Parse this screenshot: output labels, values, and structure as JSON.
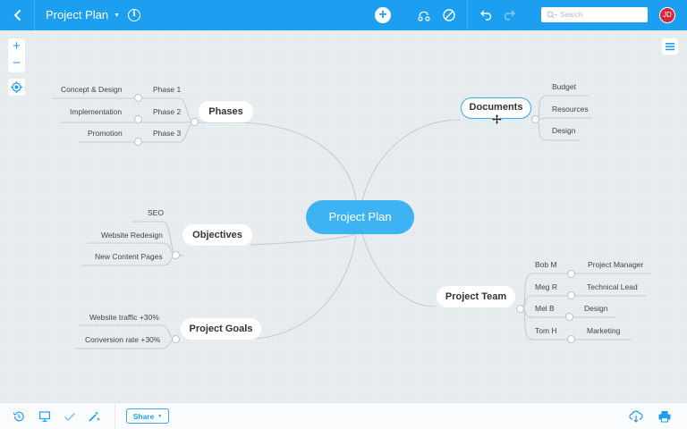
{
  "header": {
    "title": "Project Plan",
    "search_placeholder": "Search",
    "avatar_initials": "JD",
    "info_glyph": "i",
    "add_glyph": "+",
    "caret_glyph": "▼",
    "icons": [
      "back-icon",
      "info-icon",
      "add-icon",
      "relationship-icon",
      "no-style-icon",
      "undo-icon",
      "redo-icon",
      "search-icon",
      "user-avatar"
    ]
  },
  "canvas_controls": {
    "zoom_in": "+",
    "zoom_out": "−",
    "icons": [
      "zoom-in-icon",
      "zoom-out-icon",
      "center-icon",
      "menu-icon"
    ]
  },
  "mindmap": {
    "root": "Project Plan",
    "branches": [
      {
        "label": "Phases",
        "children": [
          {
            "label": "Phase 1",
            "children": [
              "Concept & Design"
            ]
          },
          {
            "label": "Phase 2",
            "children": [
              "Implementation"
            ]
          },
          {
            "label": "Phase 3",
            "children": [
              "Promotion"
            ]
          }
        ]
      },
      {
        "label": "Objectives",
        "children": [
          "SEO",
          "Website Redesign",
          "New Content Pages"
        ]
      },
      {
        "label": "Project Goals",
        "children": [
          "Website traffic +30%",
          "Conversion rate +30%"
        ]
      },
      {
        "label": "Documents",
        "selected": true,
        "children": [
          "Budget",
          "Resources",
          "Design"
        ]
      },
      {
        "label": "Project Team",
        "children": [
          {
            "label": "Bob M",
            "children": [
              "Project Manager"
            ]
          },
          {
            "label": "Meg R",
            "children": [
              "Technical Lead"
            ]
          },
          {
            "label": "Mel B",
            "children": [
              "Design"
            ]
          },
          {
            "label": "Tom H",
            "children": [
              "Marketing"
            ]
          }
        ]
      }
    ]
  },
  "footer": {
    "share_label": "Share",
    "caret_glyph": "▼",
    "icons": [
      "history-icon",
      "presentation-icon",
      "tasks-icon",
      "magic-wand-icon",
      "cloud-download-icon",
      "print-icon"
    ]
  },
  "colors": {
    "accent": "#1c9ff0",
    "root_node": "#3db3f3",
    "avatar": "#d3283a",
    "link": "#c5ccd6"
  }
}
